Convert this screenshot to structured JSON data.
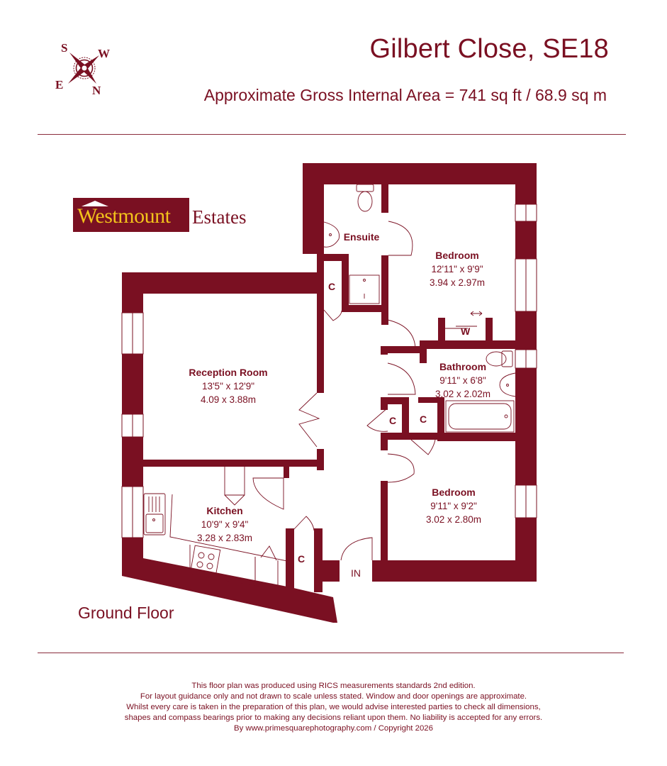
{
  "header": {
    "title": "Gilbert Close, SE18",
    "subtitle": "Approximate Gross Internal Area = 741 sq ft / 68.9 sq m"
  },
  "compass": {
    "icon": "compass-rose-icon",
    "labels": {
      "s": "S",
      "w": "W",
      "e": "E",
      "n": "N"
    }
  },
  "logo": {
    "primary": "Westmount",
    "secondary": "Estates",
    "colors": {
      "box": "#7a1022",
      "primary_text": "#f2c21b",
      "secondary_text": "#7a1022"
    }
  },
  "colors": {
    "wall": "#7a1022",
    "text": "#7a1022",
    "background": "#ffffff"
  },
  "rooms": {
    "ensuite": {
      "name": "Ensuite"
    },
    "bedroom1": {
      "name": "Bedroom",
      "imperial": "12'11\" x 9'9\"",
      "metric": "3.94 x 2.97m"
    },
    "reception": {
      "name": "Reception Room",
      "imperial": "13'5\" x 12'9\"",
      "metric": "4.09 x 3.88m"
    },
    "bathroom": {
      "name": "Bathroom",
      "imperial": "9'11\" x 6'8\"",
      "metric": "3.02 x 2.02m"
    },
    "bedroom2": {
      "name": "Bedroom",
      "imperial": "9'11\" x 9'2\"",
      "metric": "3.02 x 2.80m"
    },
    "kitchen": {
      "name": "Kitchen",
      "imperial": "10'9\" x 9'4\"",
      "metric": "3.28 x 2.83m"
    }
  },
  "markers": {
    "cupboard": "C",
    "wardrobe": "W",
    "entrance": "IN"
  },
  "floor_label": "Ground Floor",
  "disclaimer": [
    "This floor plan was produced using RICS measurements standards 2nd edition.",
    "For layout guidance only and not drawn to scale unless stated. Window and door openings are approximate.",
    "Whilst every care is taken in the preparation of this plan, we would advise interested parties to check all dimensions,",
    "shapes and compass bearings prior to making any decisions reliant upon them. No liability is accepted for any errors.",
    "By www.primesquarephotography.com / Copyright 2026"
  ]
}
